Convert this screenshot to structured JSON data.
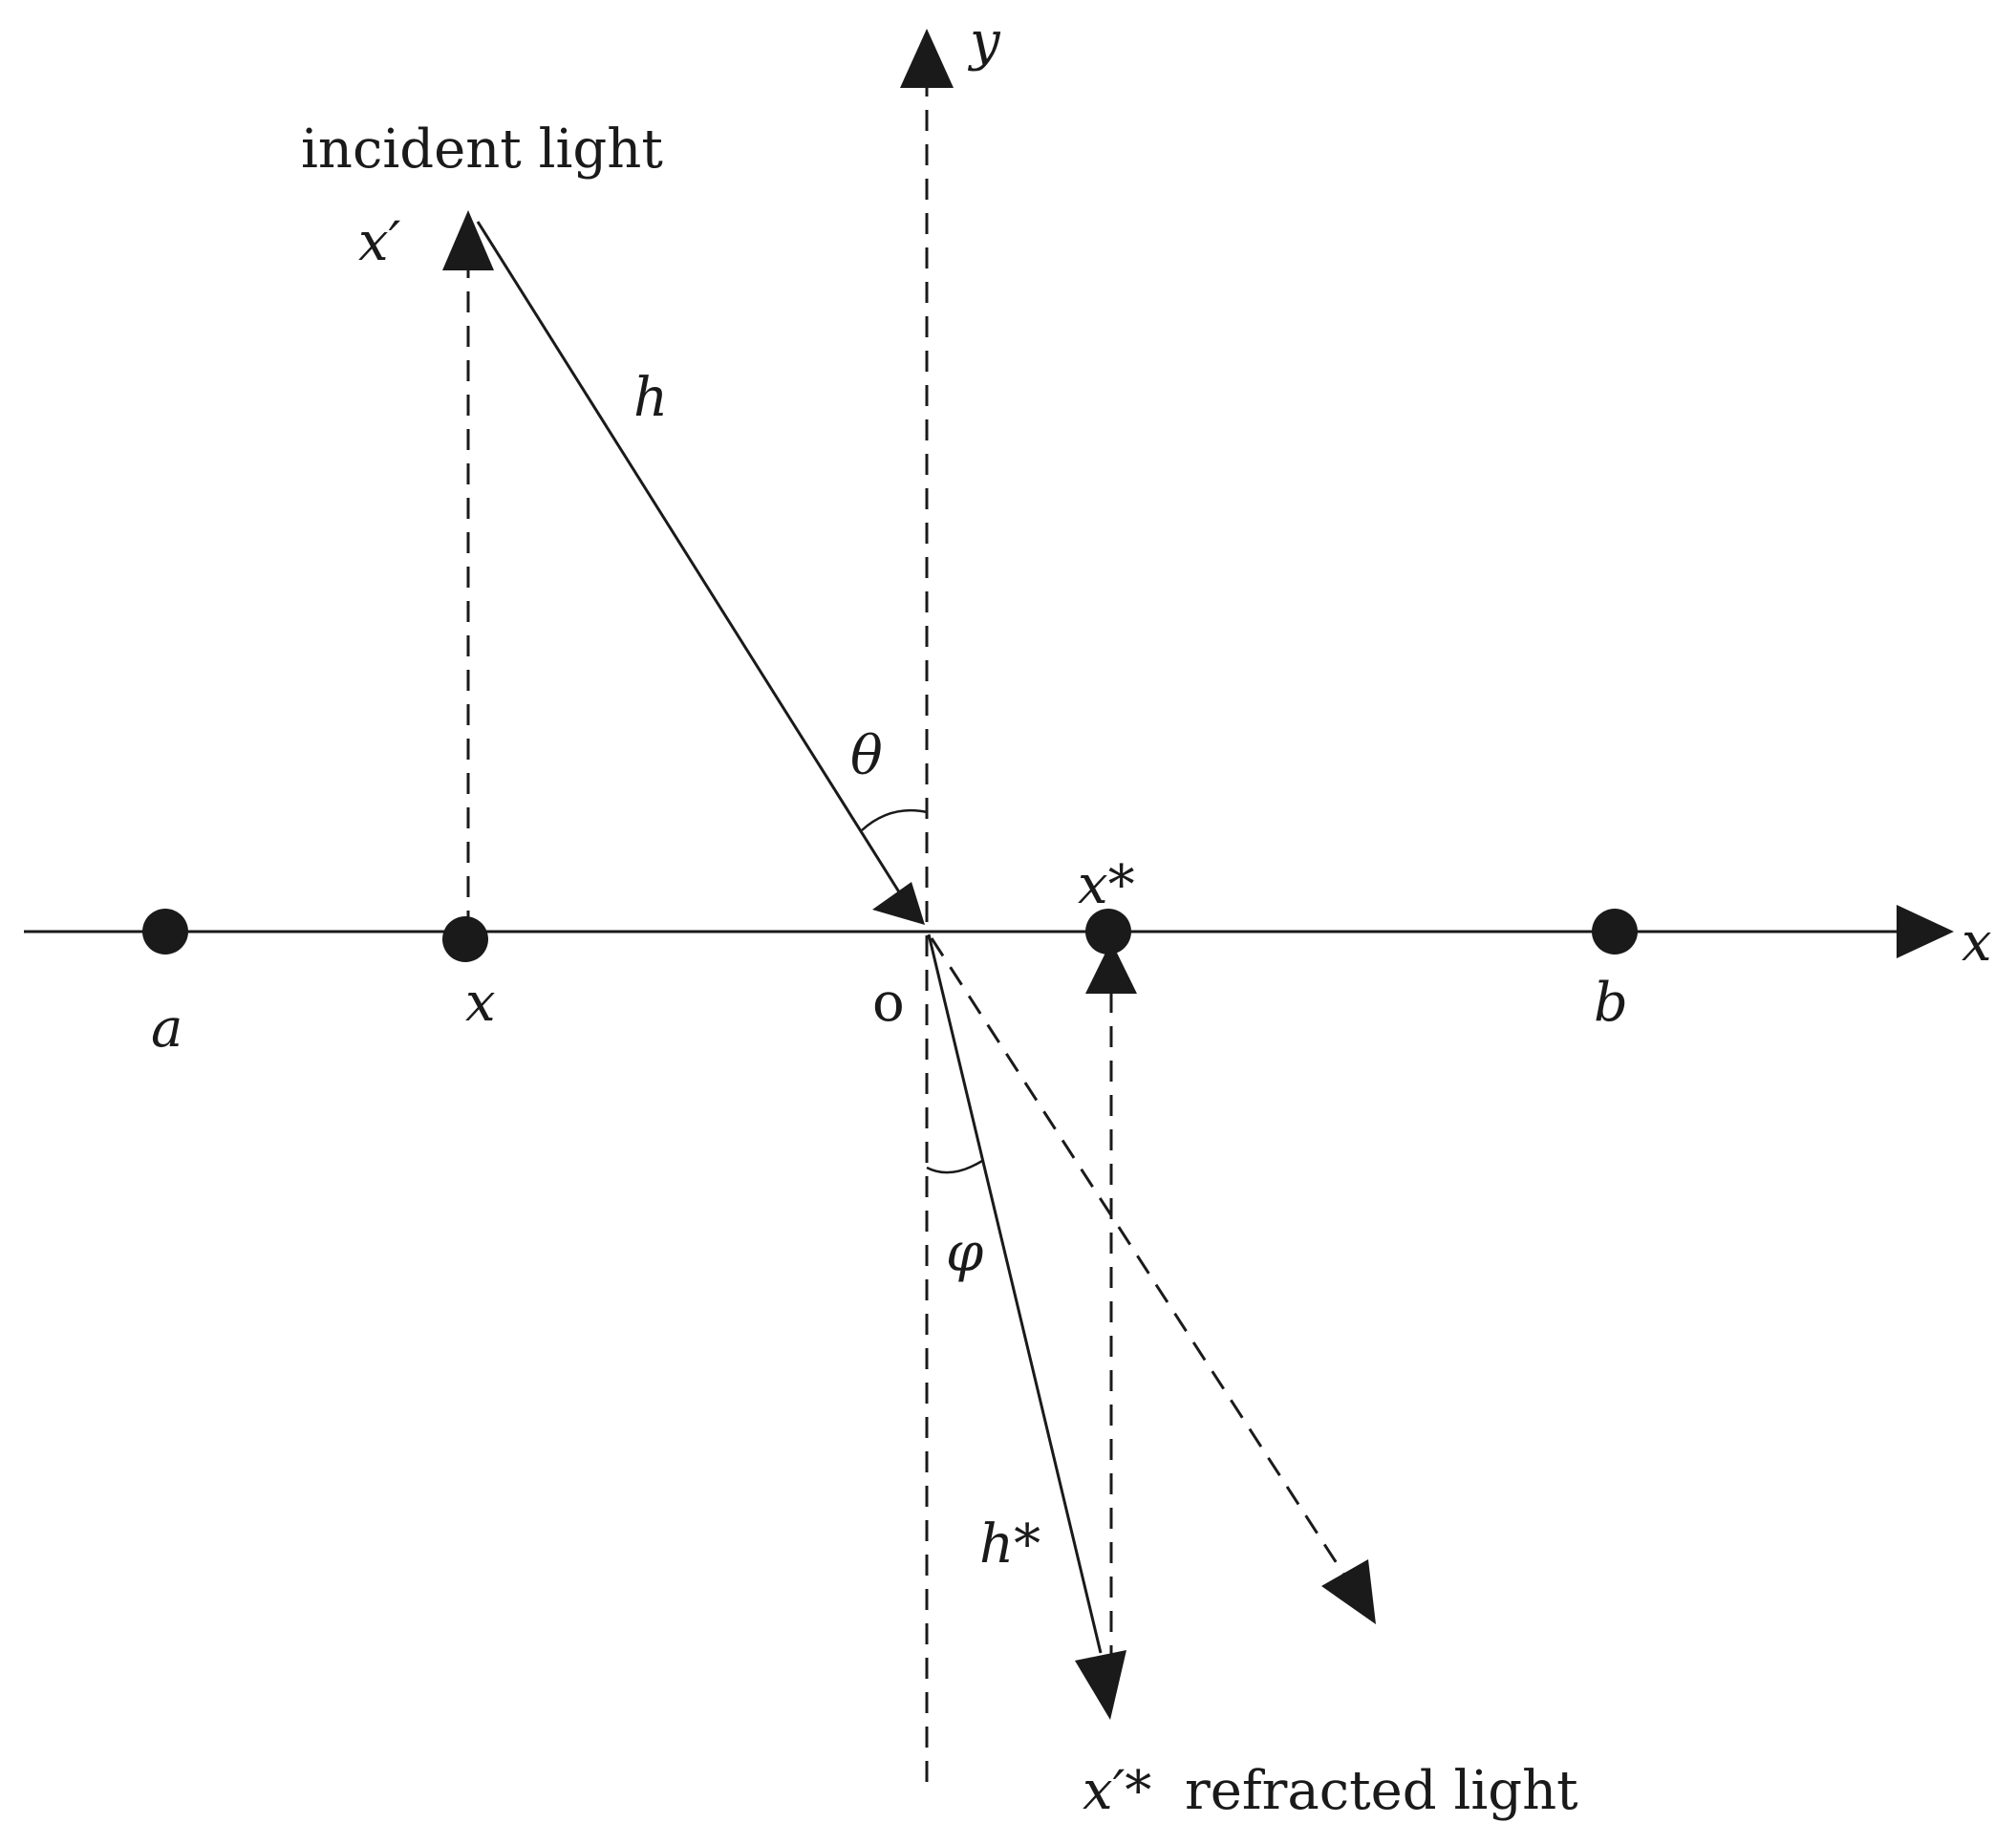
{
  "labels": {
    "incident": "incident light",
    "refracted": "refracted light",
    "x_prime": "x′",
    "x_prime_star": "x′*",
    "h": "h",
    "h_star": "h*",
    "theta": "θ",
    "phi": "φ",
    "y_axis": "y",
    "x_axis": "x",
    "origin": "o",
    "a": "a",
    "x": "x",
    "x_star": "x*",
    "b": "b"
  },
  "colors": {
    "ink": "#1a1a1a",
    "background": "#ffffff"
  }
}
